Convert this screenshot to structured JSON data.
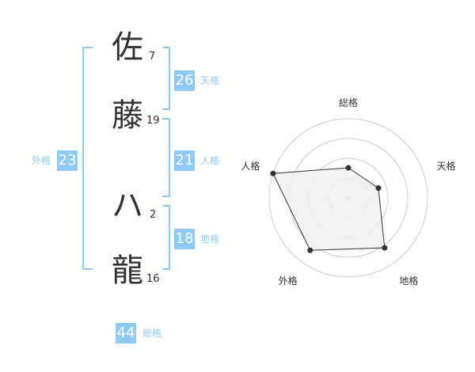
{
  "name": {
    "chars": [
      {
        "char": "佐",
        "strokes": "7"
      },
      {
        "char": "藤",
        "strokes": "19"
      },
      {
        "char": "ハ",
        "strokes": "2"
      },
      {
        "char": "龍",
        "strokes": "16"
      }
    ]
  },
  "fortune": {
    "tenkaku": {
      "value": "26",
      "label": "天格"
    },
    "jinkaku": {
      "value": "21",
      "label": "人格"
    },
    "chikaku": {
      "value": "18",
      "label": "地格"
    },
    "gaikaku": {
      "value": "23",
      "label": "外格"
    },
    "soukaku": {
      "value": "44",
      "label": "総格"
    }
  },
  "colors": {
    "accent": "#8dcaf6",
    "text": "#333333",
    "grid": "#cccccc",
    "polygon_fill": "#f0f0f0",
    "polygon_stroke": "#333333"
  },
  "chart_data": {
    "type": "radar",
    "axes": [
      "総格",
      "天格",
      "地格",
      "外格",
      "人格"
    ],
    "rings": 4,
    "values": [
      0.38,
      0.4,
      0.78,
      0.82,
      1.0
    ],
    "max": 1.0
  }
}
